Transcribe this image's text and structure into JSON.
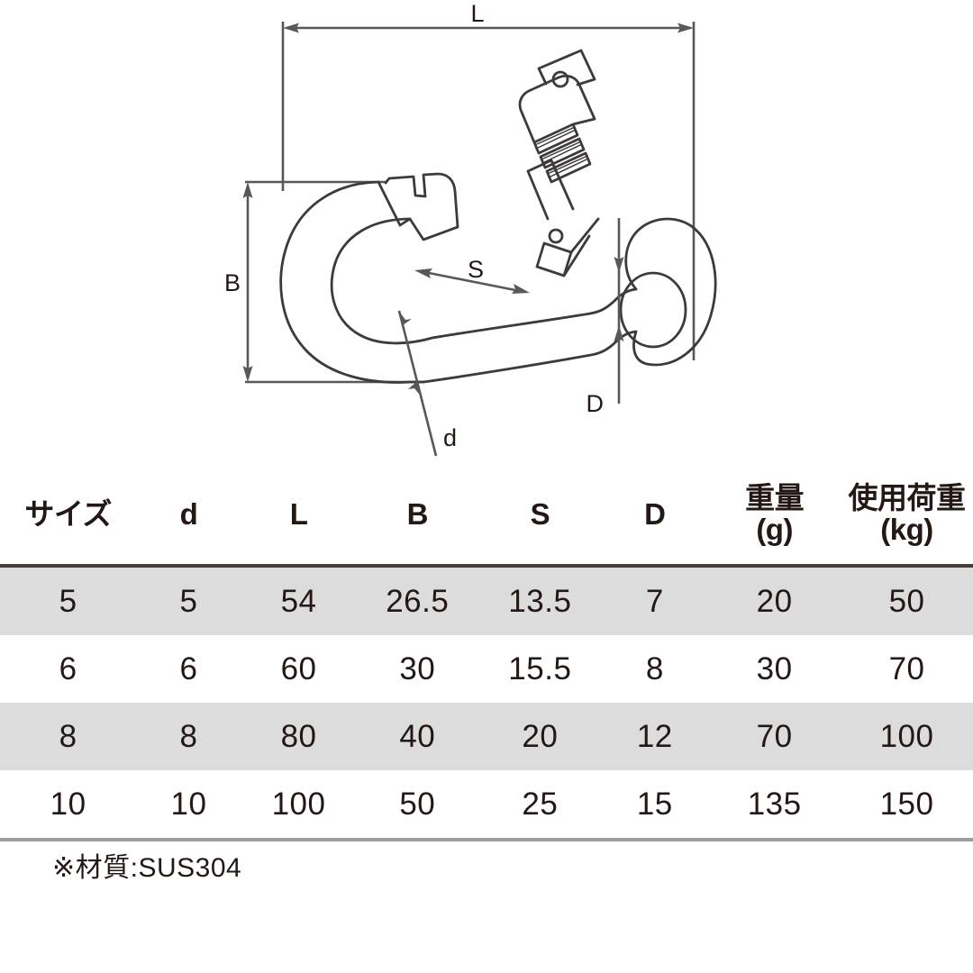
{
  "diagram": {
    "title": "spring-hook-technical-drawing",
    "dimension_labels": {
      "length": "L",
      "width": "B",
      "gate_opening": "S",
      "eye_diameter": "D",
      "wire_thickness": "d"
    },
    "line_color": "#3e3a39",
    "dim_color": "#595757"
  },
  "table": {
    "headers": [
      {
        "main": "サイズ",
        "sub": ""
      },
      {
        "main": "d",
        "sub": ""
      },
      {
        "main": "L",
        "sub": ""
      },
      {
        "main": "B",
        "sub": ""
      },
      {
        "main": "S",
        "sub": ""
      },
      {
        "main": "D",
        "sub": ""
      },
      {
        "main": "重量",
        "sub": "(g)"
      },
      {
        "main": "使用荷重",
        "sub": "(kg)"
      }
    ],
    "rows": [
      {
        "shaded": true,
        "cells": [
          "5",
          "5",
          "54",
          "26.5",
          "13.5",
          "7",
          "20",
          "50"
        ]
      },
      {
        "shaded": false,
        "cells": [
          "6",
          "6",
          "60",
          "30",
          "15.5",
          "8",
          "30",
          "70"
        ]
      },
      {
        "shaded": true,
        "cells": [
          "8",
          "8",
          "80",
          "40",
          "20",
          "12",
          "70",
          "100"
        ]
      },
      {
        "shaded": false,
        "cells": [
          "10",
          "10",
          "100",
          "50",
          "25",
          "15",
          "135",
          "150"
        ]
      }
    ],
    "shaded_row_color": "#dcdcdc",
    "header_rule_color": "#4a3c38",
    "bottom_rule_color": "#9e9e9e"
  },
  "footnote": {
    "text": "※材質:SUS304"
  }
}
